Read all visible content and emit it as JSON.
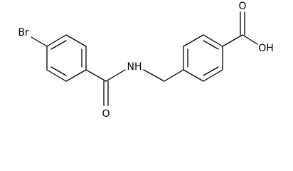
{
  "molecule": {
    "atoms": {
      "bromine": "Br",
      "amide_nitrogen": "NH",
      "carbonyl_oxygen": "O",
      "acid_hydroxyl": "OH",
      "acid_oxygen": "O"
    },
    "colors": {
      "bond": "#000000",
      "label": "#000000",
      "background": "#ffffff"
    }
  }
}
